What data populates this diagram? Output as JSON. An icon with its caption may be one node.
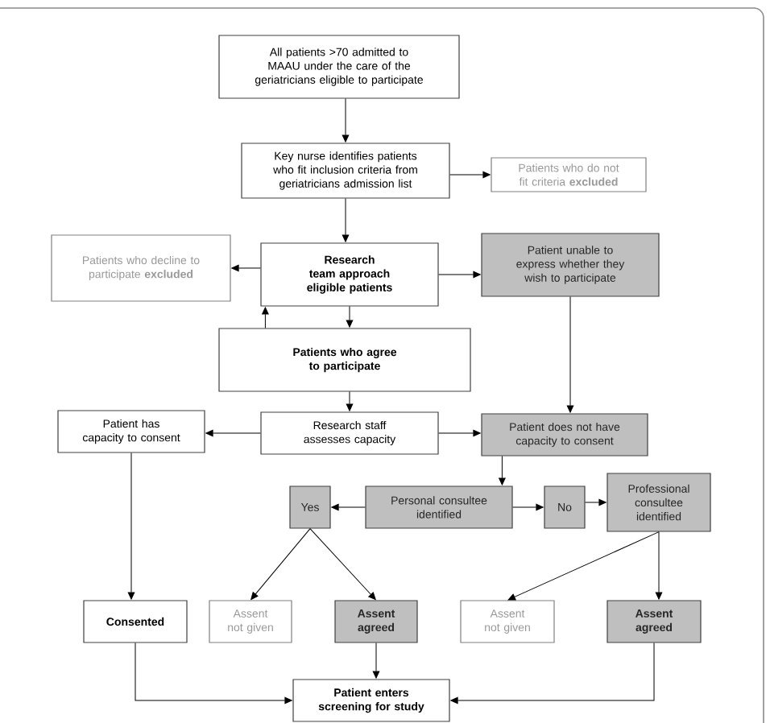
{
  "diagram": {
    "nodes": [
      {
        "text": [
          "All patients >70 admitted to MAAU under the care of the geriatricians eligible to participate"
        ]
      },
      {
        "text": [
          "Key nurse identifies patients who fit inclusion criteria from geriatricians admission list"
        ]
      },
      {
        "text": [
          "Patients who do not fit criteria **excluded**"
        ]
      },
      {
        "text": [
          "Patients who decline to participate **excluded**"
        ]
      },
      {
        "text": [
          "Research team approach eligible patients"
        ]
      },
      {
        "text": [
          "Patient unable to express whether they wish to participate"
        ]
      },
      {
        "text": [
          "Patients who agree to participate"
        ]
      },
      {
        "text": [
          "Patient has capacity to consent"
        ]
      },
      {
        "text": [
          "Research staff assesses capacity"
        ]
      },
      {
        "text": [
          "Patient does not have capacity to consent"
        ]
      },
      {
        "text": [
          "Yes"
        ]
      },
      {
        "text": [
          "Personal consultee identified"
        ]
      },
      {
        "text": [
          "No"
        ]
      },
      {
        "text": [
          "Professional consultee identified"
        ]
      },
      {
        "text": [
          "Consented"
        ]
      },
      {
        "text": [
          "Assent not given"
        ]
      },
      {
        "text": [
          "Assent agreed"
        ]
      },
      {
        "text": [
          "Assent not given"
        ]
      },
      {
        "text": [
          "Assent agreed"
        ]
      },
      {
        "text": [
          "Patient enters screening for study"
        ]
      }
    ],
    "edges": [
      {
        "from": 0,
        "to": 1,
        "arrow": "to"
      },
      {
        "from": 1,
        "to": 2,
        "arrow": "to"
      },
      {
        "from": 1,
        "to": 4,
        "arrow": "to"
      },
      {
        "from": 4,
        "to": 3,
        "arrow": "to"
      },
      {
        "from": 4,
        "to": 5,
        "arrow": "to"
      },
      {
        "from": 4,
        "to": 6,
        "arrow": "to"
      },
      {
        "from": 6,
        "to": 4,
        "arrow": "to"
      },
      {
        "from": 5,
        "to": 9,
        "arrow": "to"
      },
      {
        "from": 6,
        "to": 8,
        "arrow": "to"
      },
      {
        "from": 8,
        "to": 7,
        "arrow": "to"
      },
      {
        "from": 8,
        "to": 9,
        "arrow": "to"
      },
      {
        "from": 9,
        "to": 11,
        "arrow": "to"
      },
      {
        "from": 11,
        "to": 10,
        "arrow": "to"
      },
      {
        "from": 11,
        "to": 12,
        "arrow": "to"
      },
      {
        "from": 12,
        "to": 13,
        "arrow": "to"
      },
      {
        "from": 10,
        "to": 15,
        "arrow": "to"
      },
      {
        "from": 10,
        "to": 16,
        "arrow": "to"
      },
      {
        "from": 13,
        "to": 17,
        "arrow": "to"
      },
      {
        "from": 13,
        "to": 18,
        "arrow": "to"
      },
      {
        "from": 7,
        "to": 14,
        "arrow": "to"
      },
      {
        "from": 14,
        "to": 19,
        "arrow": "to"
      },
      {
        "from": 16,
        "to": 19,
        "arrow": "to"
      },
      {
        "from": 18,
        "to": 19,
        "arrow": "to"
      }
    ]
  }
}
